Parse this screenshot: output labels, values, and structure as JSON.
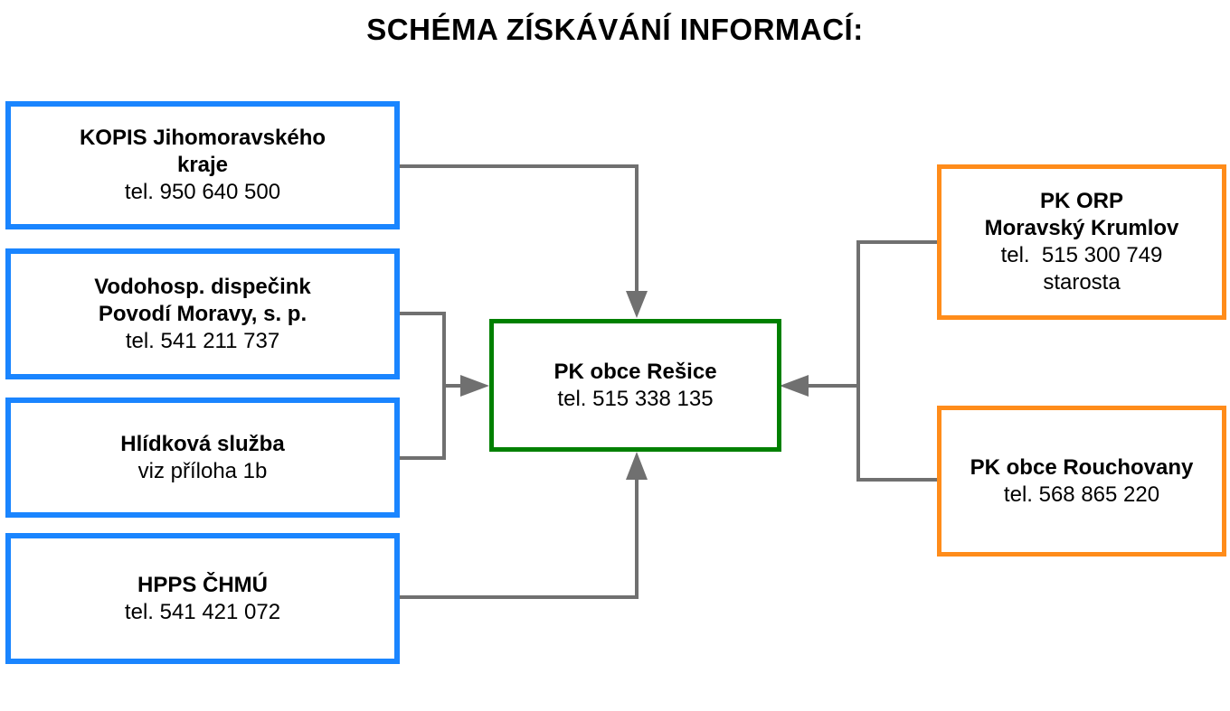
{
  "title": "SCHÉMA ZÍSKÁVÁNÍ INFORMACÍ:",
  "colors": {
    "source_border": "#1a85ff",
    "center_border": "#008000",
    "partner_border": "#ff8c1a",
    "connector": "#707070"
  },
  "sources": [
    {
      "name_line1": "KOPIS Jihomoravského",
      "name_line2": "kraje",
      "phone": "tel. 950 640 500"
    },
    {
      "name_line1": "Vodohosp. dispečink",
      "name_line2": "Povodí Moravy, s. p.",
      "phone": "tel. 541 211 737"
    },
    {
      "name_line1": "Hlídková služba",
      "phone": "viz příloha 1b"
    },
    {
      "name_line1": "HPPS ČHMÚ",
      "phone": "tel. 541 421 072"
    }
  ],
  "center": {
    "name": "PK obce Rešice",
    "phone": "tel. 515 338 135"
  },
  "partners": [
    {
      "name_line1": "PK ORP",
      "name_line2": "Moravský Krumlov",
      "phone": "tel.  515 300 749",
      "note": "starosta"
    },
    {
      "name_line1": "PK obce Rouchovany",
      "phone": "tel. 568 865 220"
    }
  ]
}
